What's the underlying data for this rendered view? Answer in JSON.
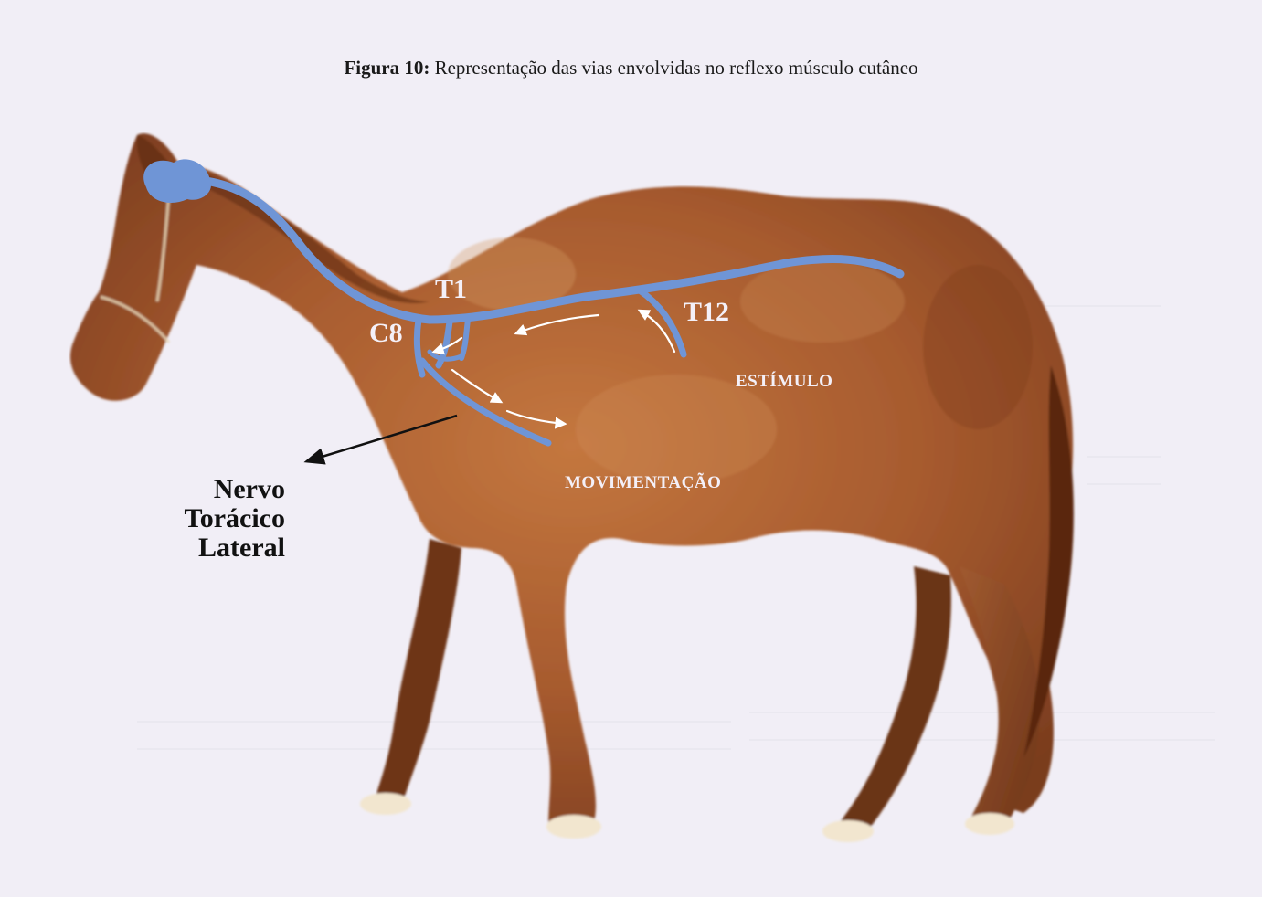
{
  "caption": {
    "bold": "Figura 10:",
    "text": " Representação das vias envolvidas no reflexo músculo cutâneo"
  },
  "labels": {
    "t1": "T1",
    "c8": "C8",
    "t12": "T12",
    "stimulus": "ESTÍMULO",
    "movement": "MOVIMENTAÇÃO"
  },
  "nerve_label": {
    "line1": "Nervo",
    "line2": "Torácico",
    "line3": "Lateral"
  },
  "colors": {
    "background": "#f1eef6",
    "horse_coat": "#a8582c",
    "nerve_pathway": "#6f95d6",
    "arrow": "#ffffff"
  }
}
